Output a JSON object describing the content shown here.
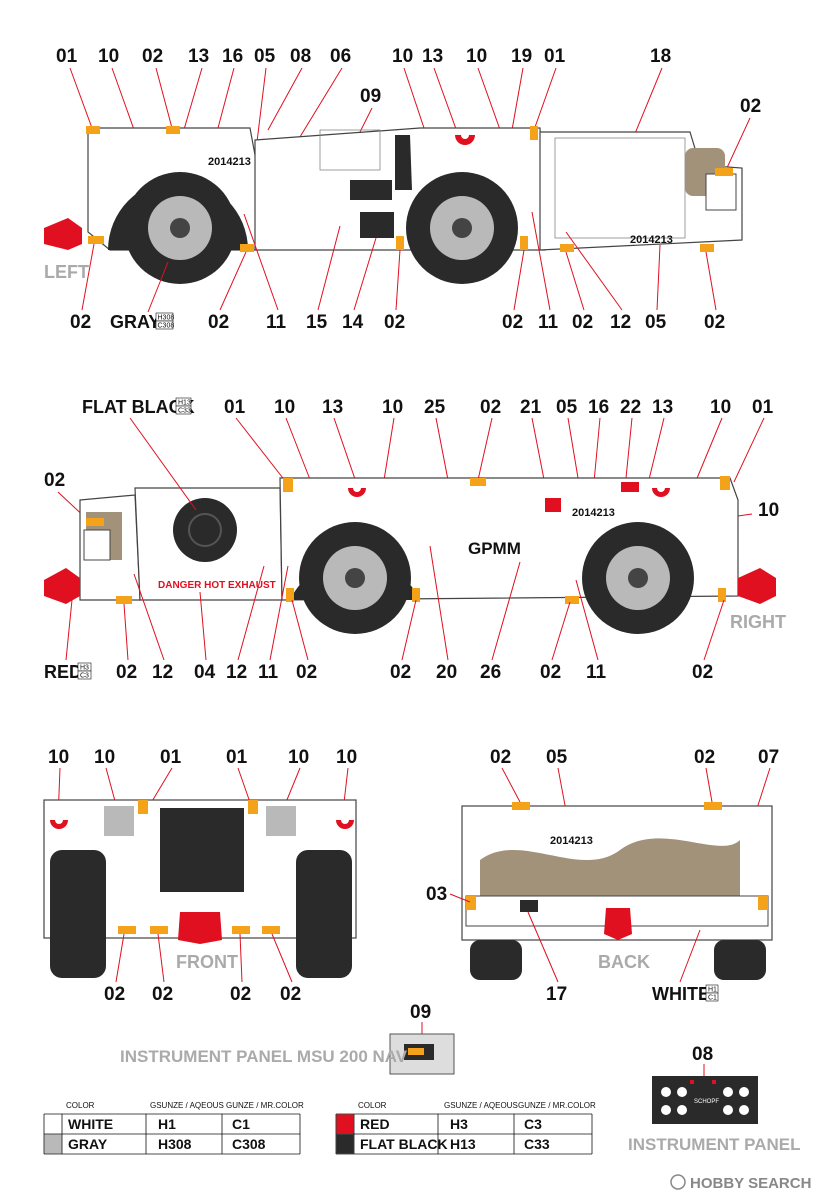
{
  "colors": {
    "red": "#e01020",
    "orange": "#f5a21b",
    "flat_black": "#2a2a2a",
    "gray": "#b9b9b9",
    "hose": "#a3927a",
    "direction_text": "#aaaaaa"
  },
  "left_view": {
    "direction": "LEFT",
    "registration": "2014213",
    "registration_rear": "2014213",
    "gray_label": "GRAY",
    "gray_code_1": "H308",
    "gray_code_2": "C308",
    "top_callouts": [
      "01",
      "10",
      "02",
      "13",
      "16",
      "05",
      "08",
      "06",
      "10",
      "13",
      "10",
      "19",
      "01",
      "18",
      "02",
      "09"
    ],
    "bottom_callouts": [
      "02",
      "02",
      "11",
      "15",
      "14",
      "02",
      "02",
      "11",
      "02",
      "12",
      "05",
      "02"
    ]
  },
  "right_view": {
    "direction": "RIGHT",
    "registration": "2014213",
    "marking": "GPMM",
    "warning": "DANGER HOT EXHAUST",
    "flat_black_label": "FLAT BLACK",
    "flat_black_code_1": "H13",
    "flat_black_code_2": "C33",
    "red_label": "RED",
    "red_code_1": "H3",
    "red_code_2": "C3",
    "top_callouts": [
      "01",
      "10",
      "13",
      "10",
      "25",
      "02",
      "21",
      "05",
      "16",
      "22",
      "13",
      "10",
      "01",
      "02",
      "10"
    ],
    "bottom_callouts": [
      "02",
      "12",
      "04",
      "12",
      "11",
      "02",
      "02",
      "20",
      "26",
      "02",
      "11",
      "02"
    ]
  },
  "front_view": {
    "direction": "FRONT",
    "top_callouts": [
      "10",
      "10",
      "01",
      "01",
      "10",
      "10"
    ],
    "bottom_callouts": [
      "02",
      "02",
      "02",
      "02"
    ]
  },
  "back_view": {
    "direction": "BACK",
    "registration": "2014213",
    "white_label": "WHITE",
    "white_code_1": "H1",
    "white_code_2": "C1",
    "top_callouts": [
      "02",
      "05",
      "02",
      "07"
    ],
    "side_callout": "03",
    "bottom_callouts": [
      "17"
    ]
  },
  "instrument_panel_msu": {
    "callout": "09",
    "title": "INSTRUMENT PANEL MSU 200 NAV"
  },
  "instrument_panel": {
    "callout": "08",
    "title": "INSTRUMENT PANEL",
    "brand": "SCHOPF"
  },
  "color_table_1": {
    "headers": [
      "COLOR",
      "GSUNZE / AQEOUS",
      "GUNZE / MR.COLOR"
    ],
    "rows": [
      {
        "name": "WHITE",
        "aqueous": "H1",
        "mrcolor": "C1",
        "swatch": "#ffffff"
      },
      {
        "name": "GRAY",
        "aqueous": "H308",
        "mrcolor": "C308",
        "swatch": "#b9b9b9"
      }
    ]
  },
  "color_table_2": {
    "headers": [
      "COLOR",
      "GSUNZE / AQEOUS",
      "GUNZE / MR.COLOR"
    ],
    "rows": [
      {
        "name": "RED",
        "aqueous": "H3",
        "mrcolor": "C3",
        "swatch": "#e01020"
      },
      {
        "name": "FLAT BLACK",
        "aqueous": "H13",
        "mrcolor": "C33",
        "swatch": "#2a2a2a"
      }
    ]
  },
  "watermark": "HOBBY SEARCH"
}
